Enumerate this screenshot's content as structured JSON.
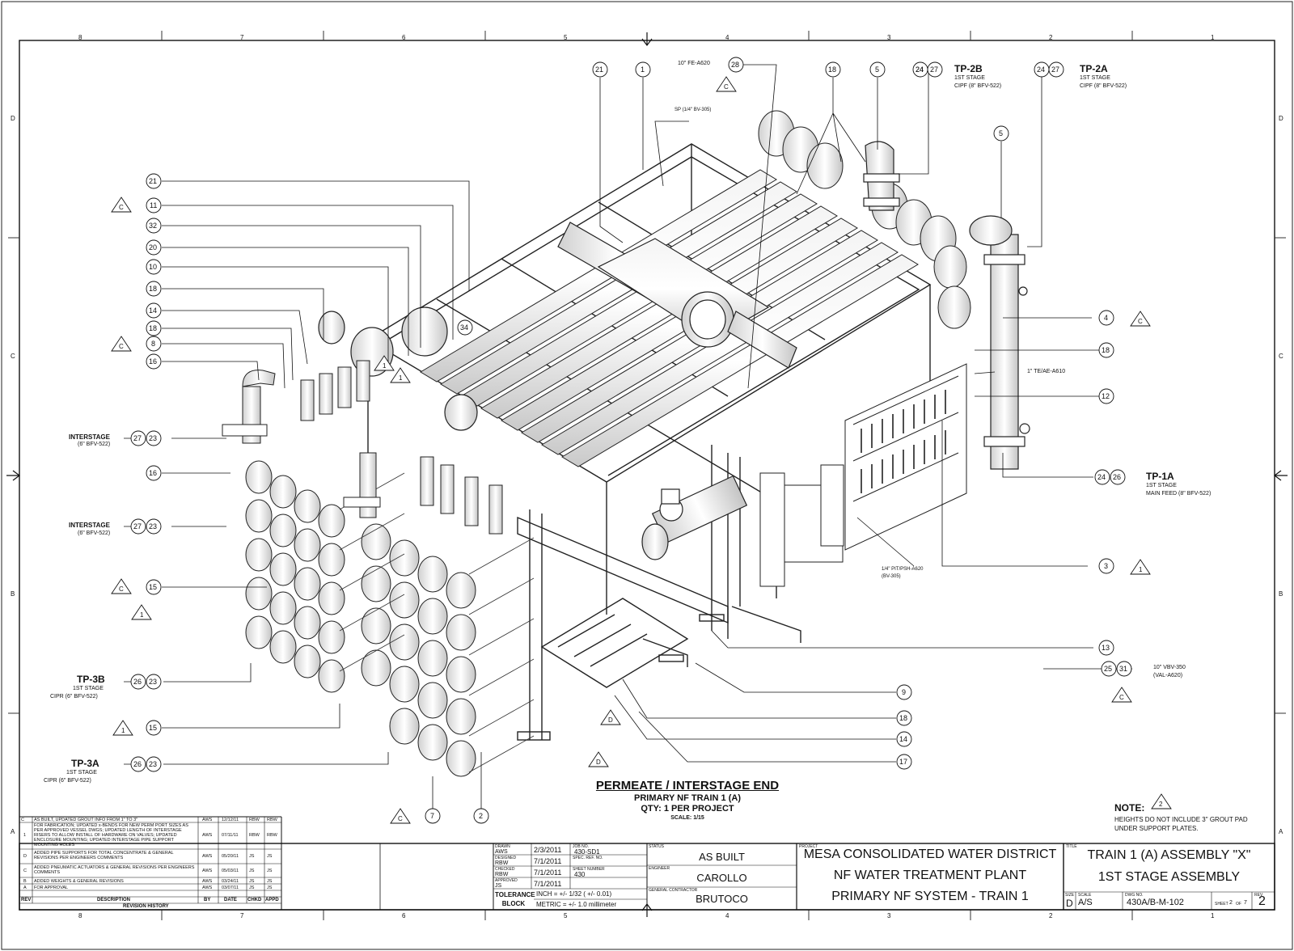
{
  "border": {
    "top_zones": [
      "8",
      "7",
      "6",
      "5",
      "4",
      "3",
      "2",
      "1"
    ],
    "side_zones": [
      "D",
      "C",
      "B",
      "A"
    ]
  },
  "callouts": {
    "tp2b": {
      "title": "TP-2B",
      "line1": "1ST STAGE",
      "line2": "CIPF (8\" BFV-522)",
      "n1": "24",
      "n2": "27"
    },
    "tp2a": {
      "title": "TP-2A",
      "line1": "1ST STAGE",
      "line2": "CIPF (8\" BFV-522)",
      "n1": "24",
      "n2": "27"
    },
    "tp1a": {
      "title": "TP-1A",
      "line1": "1ST STAGE",
      "line2": "MAIN FEED (8\" BFV-522)",
      "n1": "24",
      "n2": "26"
    },
    "tp3b": {
      "title": "TP-3B",
      "line1": "1ST STAGE",
      "line2": "CIPR (6\" BFV-522)",
      "n1": "26",
      "n2": "23"
    },
    "tp3a": {
      "title": "TP-3A",
      "line1": "1ST STAGE",
      "line2": "CIPR (6\" BFV-522)",
      "n1": "26",
      "n2": "23"
    },
    "interstage1": {
      "title": "INTERSTAGE",
      "line1": "(6\" BFV-522)",
      "n1": "27",
      "n2": "23"
    },
    "interstage2": {
      "title": "INTERSTAGE",
      "line1": "(6\" BFV-522)",
      "n1": "27",
      "n2": "23"
    },
    "fe_a620": "10\" FE-A620",
    "sp_bv305": "SP (1/4\" BV-305)",
    "te_ae_a610": "1\" TE/AE-A610",
    "pit_psh": {
      "line1": "1/4\" PIT/PSH-A620",
      "line2": "(BV-305)"
    },
    "vbv350": {
      "line1": "10\" VBV-350",
      "line2": "(VAL-A620)",
      "n1": "25",
      "n2": "31"
    }
  },
  "balloons": {
    "top": [
      "21",
      "1",
      "28",
      "18",
      "5",
      "24",
      "27",
      "24",
      "27"
    ],
    "left": [
      "21",
      "11",
      "32",
      "20",
      "10",
      "18",
      "14",
      "18",
      "8",
      "16",
      "16",
      "15",
      "15"
    ],
    "right": [
      "5",
      "4",
      "18",
      "12",
      "3",
      "13",
      "9",
      "18",
      "14",
      "17"
    ],
    "bottom": [
      "2",
      "7"
    ],
    "inline": [
      "34"
    ],
    "revision_marks": {
      "c": "C",
      "one": "1",
      "d": "D",
      "two": "2"
    }
  },
  "view_title": {
    "title": "PERMEATE / INTERSTAGE END",
    "line1": "PRIMARY NF TRAIN 1 (A)",
    "line2": "QTY: 1 PER PROJECT",
    "line3": "SCALE: 1/15"
  },
  "note": {
    "title": "NOTE:",
    "mark": "2",
    "text1": "HEIGHTS DO NOT INCLUDE 3\" GROUT PAD",
    "text2": "UNDER SUPPORT PLATES."
  },
  "revision_history": {
    "rows": [
      {
        "rev": "C",
        "desc": "AS BUILT, UPDATED GROUT INFO FROM 1\" TO 3\"",
        "by": "AWS",
        "date": "12/12/11",
        "chkd": "RBW",
        "appd": "RBW"
      },
      {
        "rev": "1",
        "desc": "FOR FABRICATION; UPDATED x-BENDS FOR NEW PERM PORT SIZES AS PER APPROVED VESSEL DWGS; UPDATED LENGTH OF INTERSTAGE RISERS TO ALLOW INSTALL OF HARDWARE ON VALVES; UPDATED ENCLOSURE MOUNTING; UPDATED INTERSTAGE PIPE SUPPORT MOUNTING HOLES",
        "by": "AWS",
        "date": "07/11/11",
        "chkd": "RBW",
        "appd": "RBW"
      },
      {
        "rev": "D",
        "desc": "ADDED PIPE SUPPORTS FOR TOTAL CONCENTRATE & GENERAL REVISIONS PER ENGINEERS COMMENTS",
        "by": "AWS",
        "date": "05/20/11",
        "chkd": "JS",
        "appd": "JS"
      },
      {
        "rev": "C",
        "desc": "ADDED PNEUMATIC ACTUATORS & GENERAL REVISIONS PER ENGINEERS COMMENTS",
        "by": "AWS",
        "date": "05/03/11",
        "chkd": "JS",
        "appd": "JS"
      },
      {
        "rev": "B",
        "desc": "ADDED WEIGHTS & GENERAL REVISIONS",
        "by": "AWS",
        "date": "03/24/11",
        "chkd": "JS",
        "appd": "JS"
      },
      {
        "rev": "A",
        "desc": "FOR APPROVAL",
        "by": "AWS",
        "date": "03/07/11",
        "chkd": "JS",
        "appd": "JS"
      }
    ],
    "header": {
      "rev": "REV",
      "desc": "DESCRIPTION",
      "by": "BY",
      "date": "DATE",
      "chkd": "CHKD",
      "appd": "APPD"
    },
    "footer": "REVISION HISTORY"
  },
  "title_block": {
    "drawn": {
      "label": "DRAWN",
      "by": "AWS",
      "date": "2/3/2011"
    },
    "designed": {
      "label": "DESIGNED",
      "by": "RBW",
      "date": "7/1/2011"
    },
    "checked": {
      "label": "CHECKED",
      "by": "RBW",
      "date": "7/1/2011"
    },
    "approved": {
      "label": "APPROVED",
      "by": "JS",
      "date": "7/1/2011"
    },
    "job_no": {
      "label": "JOB NO.",
      "value": "430-SD1"
    },
    "spec_ref": {
      "label": "SPEC. REF. NO."
    },
    "sheet_no": {
      "label": "SHEET NUMBER",
      "value": "430"
    },
    "tolerance": {
      "label": "TOLERANCE BLOCK",
      "inch": "INCH = +/- 1/32 ( +/- 0.01)",
      "metric": "METRIC = +/- 1.0 millimeter"
    },
    "status": {
      "label": "STATUS",
      "value": "AS BUILT"
    },
    "engineer": {
      "label": "ENGINEER",
      "value": "CAROLLO"
    },
    "contractor": {
      "label": "GENERAL CONTRACTOR",
      "value": "BRUTOCO"
    },
    "project": {
      "label": "PROJECT",
      "line1": "MESA CONSOLIDATED WATER DISTRICT",
      "line2": "NF WATER TREATMENT PLANT",
      "line3": "PRIMARY NF SYSTEM - TRAIN 1"
    },
    "title": {
      "label": "TITLE",
      "line1": "TRAIN 1 (A) ASSEMBLY \"X\"",
      "line2": "1ST STAGE ASSEMBLY"
    },
    "size": {
      "label": "SIZE",
      "value": "D"
    },
    "scale": {
      "label": "SCALE",
      "value": "A/S"
    },
    "dwg_no": {
      "label": "DWG NO.",
      "value": "430A/B-M-102"
    },
    "sheet": {
      "label": "SHEET",
      "value": "2",
      "of": "OF",
      "total": "7"
    },
    "rev": {
      "label": "REV",
      "value": "2"
    }
  }
}
